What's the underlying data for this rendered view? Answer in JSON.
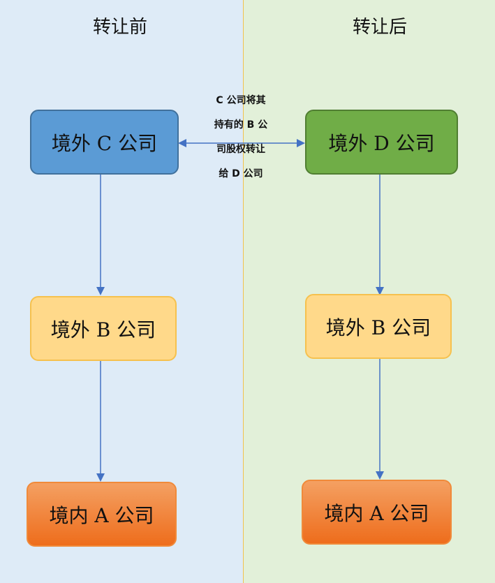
{
  "left": {
    "title": "转让前",
    "top_box": "境外 C 公司",
    "mid_box": "境外 B 公司",
    "bottom_box": "境内 A 公司"
  },
  "right": {
    "title": "转让后",
    "top_box": "境外 D 公司",
    "mid_box": "境外 B 公司",
    "bottom_box": "境内 A 公司"
  },
  "transfer_note": {
    "lines": [
      "C 公司将其",
      "持有的 B 公",
      "司股权转让",
      "给 D 公司"
    ]
  },
  "colors": {
    "left_bg": "#deebf7",
    "right_bg": "#e2f0d9",
    "c_company": "#5b9bd5",
    "d_company": "#70ad47",
    "b_company": "#ffd98a",
    "a_company": "#ee6d1c",
    "arrow": "#4472c4"
  }
}
